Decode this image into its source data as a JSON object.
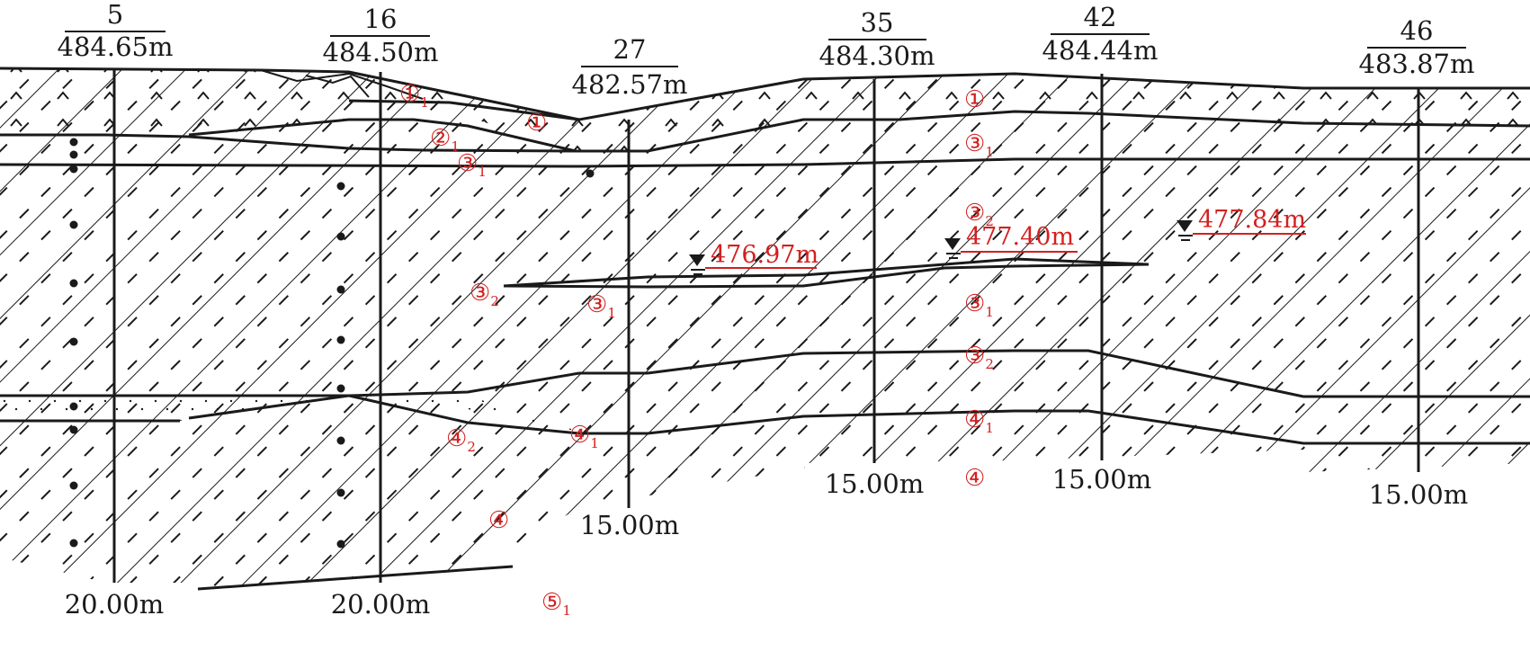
{
  "boreholes": [
    {
      "id": "5",
      "elevation": "484.65m",
      "depth": "20.00m"
    },
    {
      "id": "16",
      "elevation": "484.50m",
      "depth": "20.00m"
    },
    {
      "id": "27",
      "elevation": "482.57m",
      "depth": "15.00m"
    },
    {
      "id": "35",
      "elevation": "484.30m",
      "depth": "15.00m"
    },
    {
      "id": "42",
      "elevation": "484.44m",
      "depth": "15.00m"
    },
    {
      "id": "46",
      "elevation": "483.87m",
      "depth": "15.00m"
    }
  ],
  "water_levels": [
    "476.97m",
    "477.40m",
    "477.84m"
  ],
  "layer_labels": [
    {
      "main": "①",
      "sub": "1"
    },
    {
      "main": "①",
      "sub": ""
    },
    {
      "main": "①",
      "sub": ""
    },
    {
      "main": "②",
      "sub": "1"
    },
    {
      "main": "③",
      "sub": "1"
    },
    {
      "main": "③",
      "sub": "1"
    },
    {
      "main": "③",
      "sub": "2"
    },
    {
      "main": "③",
      "sub": "2"
    },
    {
      "main": "③",
      "sub": "1"
    },
    {
      "main": "③",
      "sub": "1"
    },
    {
      "main": "③",
      "sub": "2"
    },
    {
      "main": "④",
      "sub": "2"
    },
    {
      "main": "④",
      "sub": "1"
    },
    {
      "main": "④",
      "sub": "1"
    },
    {
      "main": "④",
      "sub": ""
    },
    {
      "main": "④",
      "sub": ""
    },
    {
      "main": "⑤",
      "sub": "1"
    }
  ],
  "colors": {
    "line": "#1a1a1a",
    "annotation": "#d32020"
  }
}
